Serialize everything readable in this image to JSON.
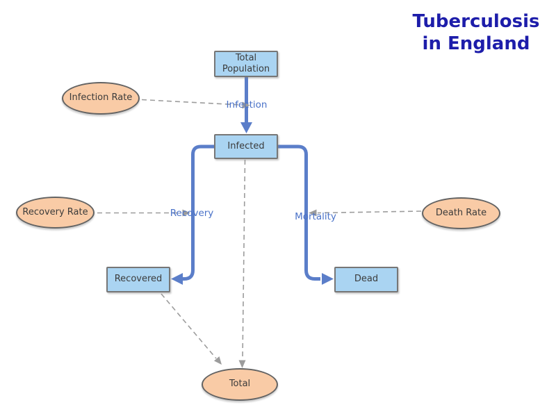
{
  "title": {
    "line1": "Tuberculosis",
    "line2": "in England"
  },
  "colors": {
    "stock_fill": "#aad4f2",
    "stock_border": "#767676",
    "aux_fill": "#f9cba6",
    "aux_border": "#636363",
    "flow_color": "#5b7ec9",
    "flow_label_color": "#4a72c8",
    "dep_color": "#9c9c9c",
    "node_text": "#3b3b3b",
    "title_color": "#1d1daa"
  },
  "nodes": {
    "total_population": {
      "label": "Total Population",
      "type": "stock"
    },
    "infected": {
      "label": "Infected",
      "type": "stock"
    },
    "recovered": {
      "label": "Recovered",
      "type": "stock"
    },
    "dead": {
      "label": "Dead",
      "type": "stock"
    },
    "infection_rate": {
      "label": "Infection Rate",
      "type": "auxiliary"
    },
    "recovery_rate": {
      "label": "Recovery Rate",
      "type": "auxiliary"
    },
    "death_rate": {
      "label": "Death Rate",
      "type": "auxiliary"
    },
    "total": {
      "label": "Total",
      "type": "auxiliary"
    }
  },
  "flows": {
    "infection": {
      "label": "Infection",
      "from": "Total Population",
      "to": "Infected"
    },
    "recovery": {
      "label": "Recovery",
      "from": "Infected",
      "to": "Recovered"
    },
    "mortality": {
      "label": "Mortality",
      "from": "Infected",
      "to": "Dead"
    }
  },
  "influences": [
    {
      "from": "Infection Rate",
      "to": "Infection"
    },
    {
      "from": "Recovery Rate",
      "to": "Recovery"
    },
    {
      "from": "Death Rate",
      "to": "Mortality"
    },
    {
      "from": "Infected",
      "to": "Total"
    },
    {
      "from": "Recovered",
      "to": "Total"
    }
  ]
}
